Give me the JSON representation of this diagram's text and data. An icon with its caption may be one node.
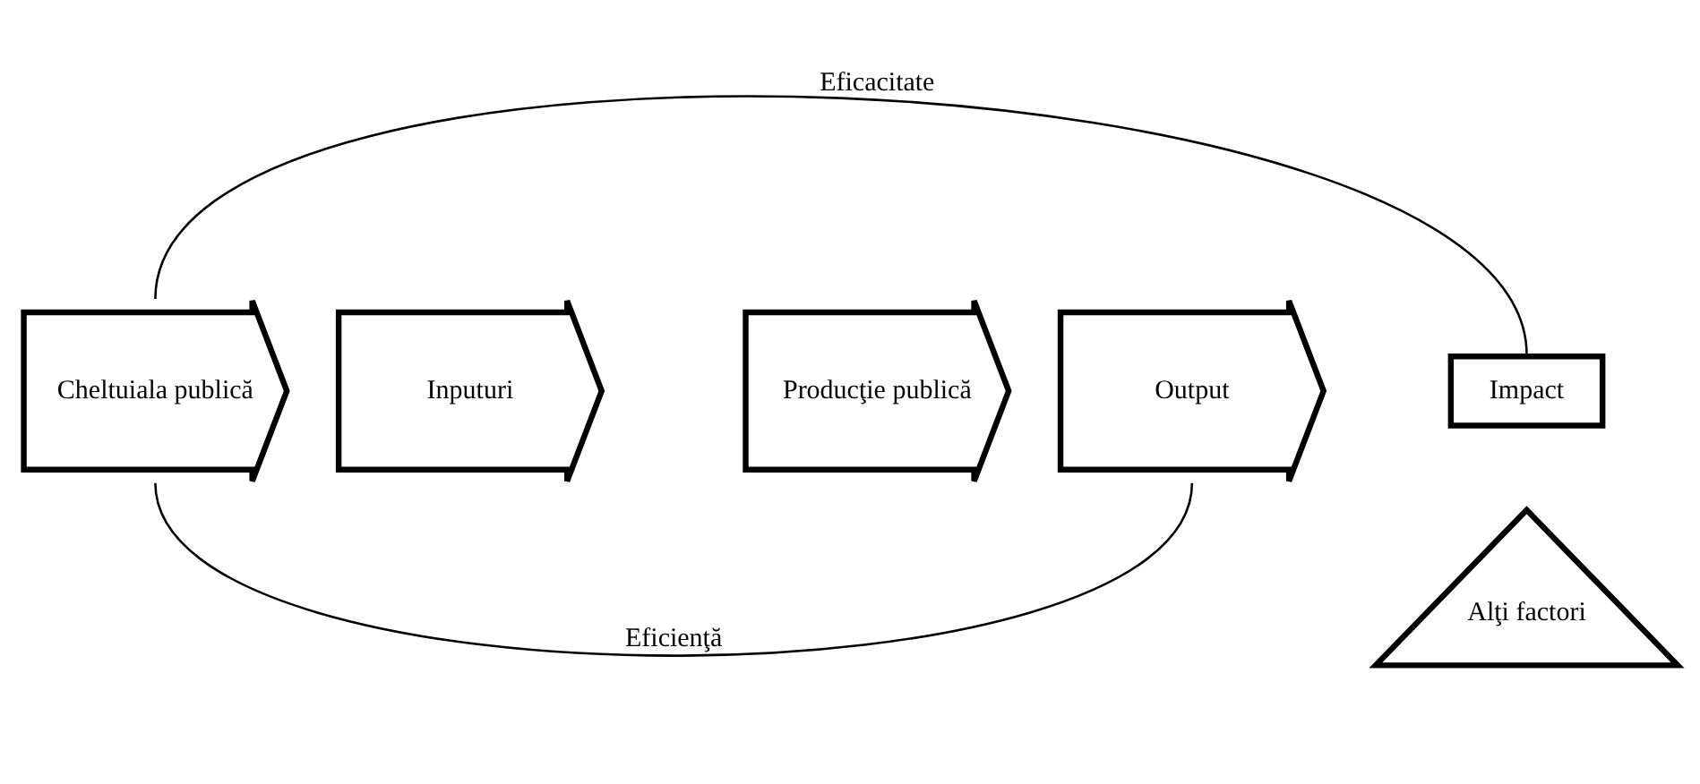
{
  "diagram": {
    "nodes": [
      {
        "text": [
          "Cheltuiala publică"
        ]
      },
      {
        "text": [
          "Inputuri"
        ]
      },
      {
        "text": [
          "Producţie publică"
        ]
      },
      {
        "text": [
          "Output"
        ]
      },
      {
        "text": [
          "Impact"
        ]
      },
      {
        "text": [
          "Alţi factori"
        ]
      }
    ],
    "edges": [
      {
        "from": 0,
        "to": 4,
        "arrow": "none",
        "label": "Eficacitate"
      },
      {
        "from": 0,
        "to": 3,
        "arrow": "none",
        "label": "Eficienţă"
      }
    ]
  }
}
